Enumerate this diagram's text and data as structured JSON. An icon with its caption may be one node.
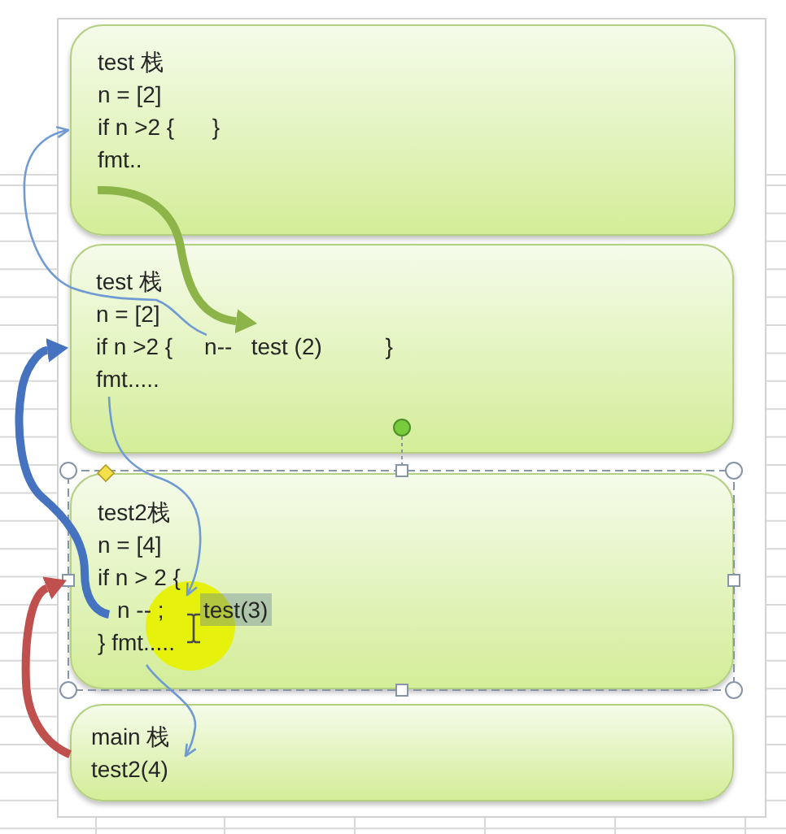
{
  "diagram": {
    "nodes": [
      {
        "text": [
          "test 栈",
          "n = [2]",
          "if n >2 {      }",
          "fmt.."
        ]
      },
      {
        "text": [
          "test 栈",
          "n = [2]",
          "if n >2 {     n--   test (2)          }",
          "fmt....."
        ]
      },
      {
        "text": [
          "test2栈",
          "n = [4]",
          "if n > 2 {",
          "n -- ;",
          "test(3)",
          "} fmt....."
        ]
      },
      {
        "text": [
          "main 栈",
          "test2(4)"
        ]
      }
    ],
    "edges": [
      {
        "from": 1,
        "to": 0,
        "arrow": "to"
      },
      {
        "from": 0,
        "to": 1,
        "arrow": "to",
        "style": "thick",
        "color": "#8db448"
      },
      {
        "from": 2,
        "to": 1,
        "arrow": "to",
        "style": "thick",
        "color": "#4573bf"
      },
      {
        "from": 1,
        "to": 2,
        "arrow": "to"
      },
      {
        "from": 3,
        "to": 2,
        "arrow": "to",
        "style": "thick",
        "color": "#c0504d"
      },
      {
        "from": 2,
        "to": 3,
        "arrow": "to"
      }
    ]
  }
}
